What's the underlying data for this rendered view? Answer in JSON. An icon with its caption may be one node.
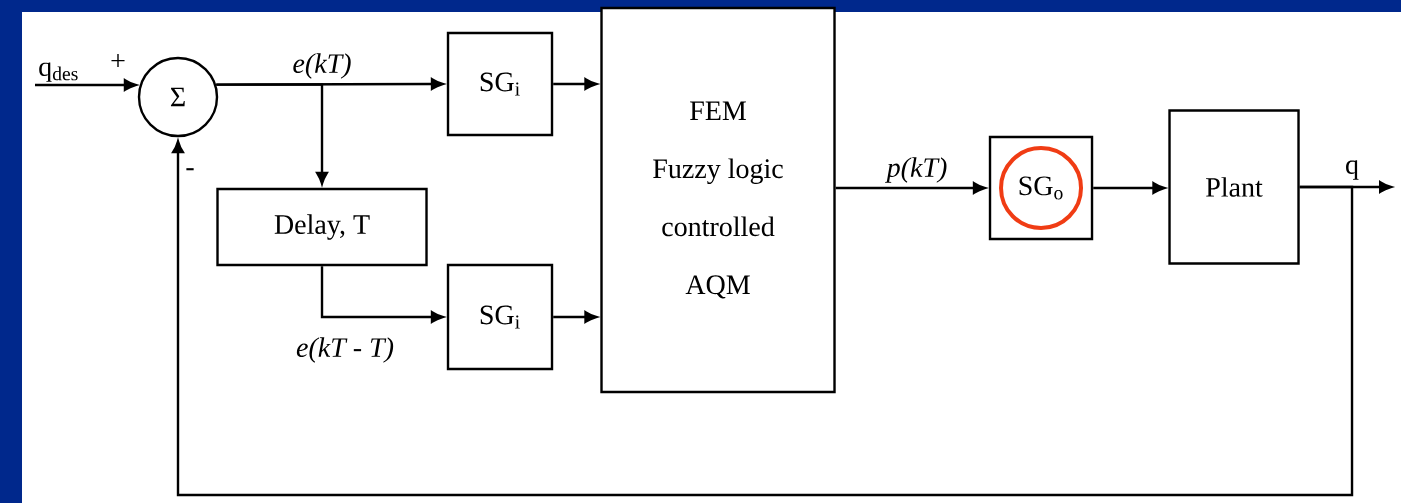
{
  "diagram": {
    "nodes": [
      {
        "text": [
          "q$_{des}$"
        ]
      },
      {
        "text": [
          "Σ"
        ]
      },
      {
        "text": [
          "SG$_{i}$"
        ]
      },
      {
        "text": [
          "Delay, T"
        ]
      },
      {
        "text": [
          "SG$_{i}$"
        ]
      },
      {
        "text": [
          "FEM",
          "Fuzzy logic controlled AQM"
        ]
      },
      {
        "text": [
          "SG$_{o}$"
        ]
      },
      {
        "text": [
          "Plant"
        ]
      }
    ],
    "edges": [
      {
        "from": 0,
        "to": 1,
        "arrow": "to"
      },
      {
        "from": 1,
        "to": 2,
        "arrow": "to",
        "label": "e(kT)"
      },
      {
        "from": 1,
        "to": 3,
        "arrow": "to"
      },
      {
        "from": 3,
        "to": 4,
        "arrow": "to",
        "label": "e(kT - T)"
      },
      {
        "from": 2,
        "to": 5,
        "arrow": "to"
      },
      {
        "from": 4,
        "to": 5,
        "arrow": "to"
      },
      {
        "from": 5,
        "to": 6,
        "arrow": "to",
        "label": "p(kT)"
      },
      {
        "from": 6,
        "to": 7,
        "arrow": "to"
      },
      {
        "from": 7,
        "to": null,
        "arrow": "to",
        "label": "q"
      },
      {
        "from": 7,
        "to": 1,
        "arrow": "to"
      }
    ],
    "labels": [
      "+",
      "-"
    ]
  }
}
